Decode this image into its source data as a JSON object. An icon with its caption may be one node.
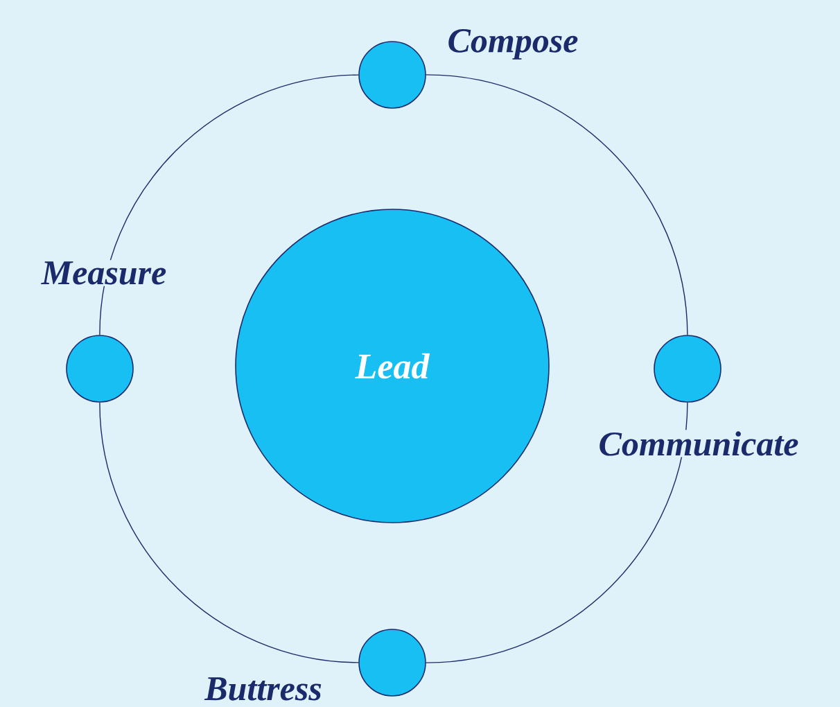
{
  "diagram": {
    "nodes": [
      {
        "text": [],
        "shape": "circle",
        "beside": [
          "Compose"
        ]
      },
      {
        "text": [],
        "shape": "circle",
        "beside": [
          "Measure"
        ]
      },
      {
        "text": [
          "Lead"
        ]
      },
      {
        "text": [],
        "shape": "circle",
        "beside": [
          "Communicate"
        ]
      },
      {
        "text": [],
        "shape": "circle",
        "beside": [
          "Buttress"
        ]
      }
    ],
    "edges": [
      {
        "from": 0,
        "to": 3,
        "arrow": "none"
      },
      {
        "from": 3,
        "to": 4,
        "arrow": "none"
      },
      {
        "from": 4,
        "to": 1,
        "arrow": "none"
      },
      {
        "from": 1,
        "to": 0,
        "arrow": "none"
      }
    ]
  }
}
